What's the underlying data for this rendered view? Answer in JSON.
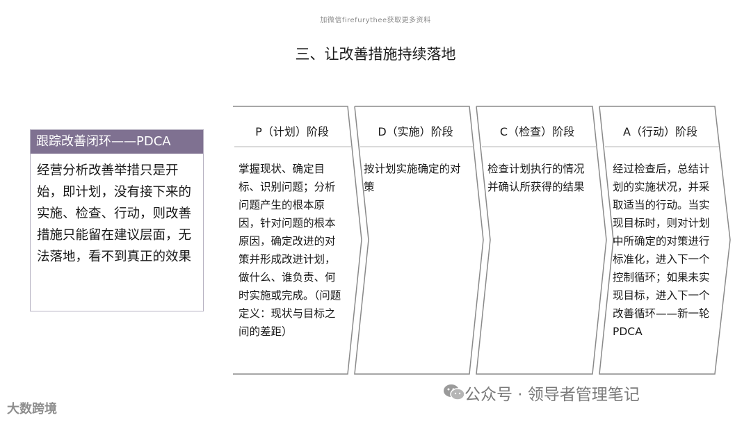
{
  "header_note": "加微信firefurythee获取更多资料",
  "title": "三、让改善措施持续落地",
  "sidebar": {
    "heading": "跟踪改善闭环——PDCA",
    "body": "经营分析改善举措只是开始，即计划，没有接下来的实施、检查、行动，则改善措施只能留在建议层面，无法落地，看不到真正的效果"
  },
  "phases": [
    {
      "heading": "P（计划）阶段",
      "body": "掌握现状、确定目标、识别问题；分析问题产生的根本原因，针对问题的根本原因，确定改进的对策并形成改进计划，做什么、谁负责、何时实施或完成。（问题定义：现状与目标之间的差距）"
    },
    {
      "heading": "D（实施）阶段",
      "body": "按计划实施确定的对策"
    },
    {
      "heading": "C（检查）阶段",
      "body": "检查计划执行的情况并确认所获得的结果"
    },
    {
      "heading": "A（行动）阶段",
      "body": "经过检查后，总结计划的实施状况，并采取适当的行动。当实现目标时，则对计划中所确定的对策进行标准化，进入下一个控制循环；如果未实现目标，进入下一个改善循环——新一轮PDCA"
    }
  ],
  "watermark": "公众号 · 领导者管理笔记",
  "brand": "大数跨境"
}
